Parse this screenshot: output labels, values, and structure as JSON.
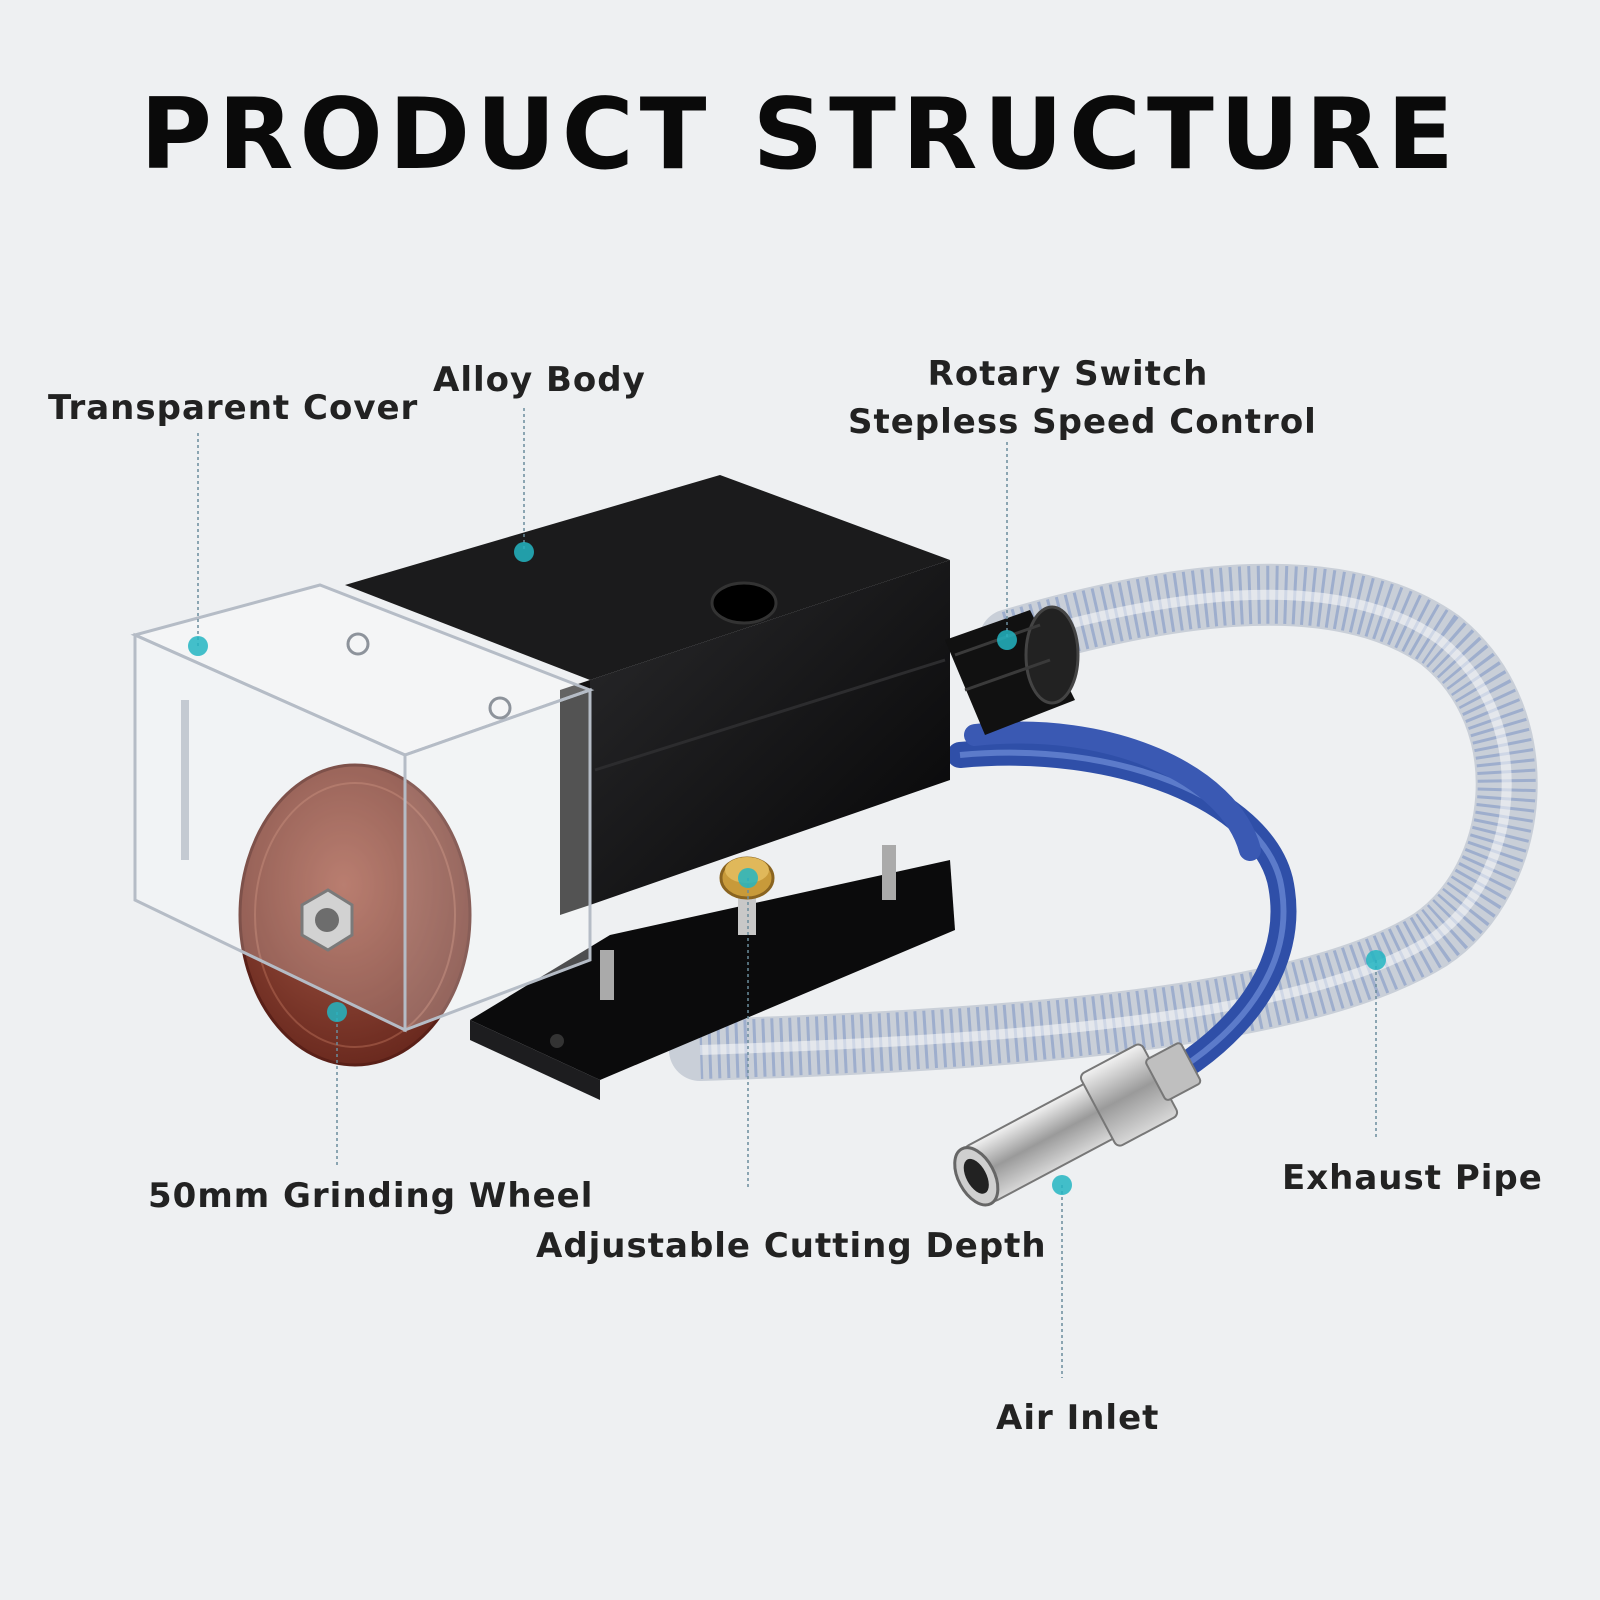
{
  "title": "PRODUCT STRUCTURE",
  "labels": {
    "transparent_cover": "Transparent Cover",
    "alloy_body": "Alloy Body",
    "rotary_switch": "Rotary Switch",
    "stepless_speed": "Stepless Speed Control",
    "grinding_wheel": "50mm Grinding Wheel",
    "cutting_depth": "Adjustable Cutting Depth",
    "exhaust_pipe": "Exhaust Pipe",
    "air_inlet": "Air Inlet"
  },
  "colors": {
    "background": "#eef0f2",
    "marker": "#23b5c2",
    "body": "#0f0f10",
    "hose_blue": "#2f4fa8",
    "wheel": "#8a3a2c"
  }
}
